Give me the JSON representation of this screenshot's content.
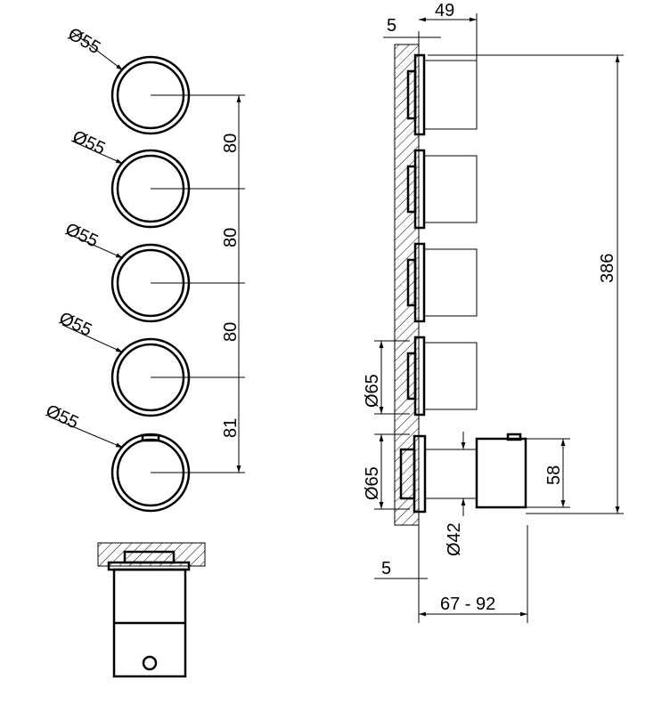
{
  "front_view": {
    "diameters": [
      "Ø55",
      "Ø55",
      "Ø55",
      "Ø55",
      "Ø55"
    ],
    "spacings": [
      "80",
      "80",
      "80",
      "81"
    ]
  },
  "side_view": {
    "top_offset": "5",
    "top_depth": "49",
    "total_height": "386",
    "diam_upper": "Ø65",
    "diam_lower": "Ø65",
    "thermo_height": "58",
    "stem_diam": "Ø42",
    "bottom_offset": "5",
    "depth_range": "67 - 92"
  }
}
